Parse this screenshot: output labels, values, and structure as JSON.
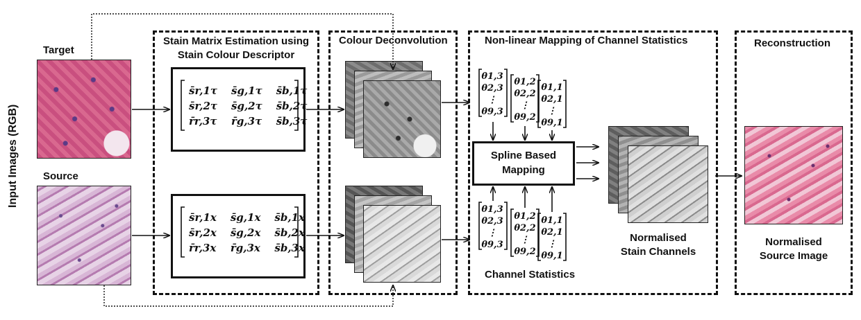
{
  "side_label": "Input Images (RGB)",
  "target_label": "Target",
  "source_label": "Source",
  "panels": {
    "stain_matrix": "Stain Matrix Estimation using\nStain Colour Descriptor",
    "deconvolution": "Colour Deconvolution",
    "mapping": "Non-linear Mapping of Channel Statistics",
    "reconstruction": "Reconstruction"
  },
  "target_matrix": [
    [
      "s̄r,1τ",
      "s̄g,1τ",
      "s̄b,1τ"
    ],
    [
      "s̄r,2τ",
      "s̄g,2τ",
      "s̄b,2τ"
    ],
    [
      "r̄r,3τ",
      "r̄g,3τ",
      "s̄b,3τ"
    ]
  ],
  "source_matrix": [
    [
      "s̄r,1x",
      "s̄g,1x",
      "s̄b,1x"
    ],
    [
      "s̄r,2x",
      "s̄g,2x",
      "s̄b,2x"
    ],
    [
      "r̄r,3x",
      "r̄g,3x",
      "s̄b,3x"
    ]
  ],
  "theta_top": [
    [
      "θ1,3",
      "θ2,3",
      "⋮",
      "θ9,3"
    ],
    [
      "θ1,2",
      "θ2,2",
      "⋮",
      "θ9,2"
    ],
    [
      "θ1,1",
      "θ2,1",
      "⋮",
      "θ9,1"
    ]
  ],
  "theta_bottom": [
    [
      "θ1,3",
      "θ2,3",
      "⋮",
      "θ9,3"
    ],
    [
      "θ1,2",
      "θ2,2",
      "⋮",
      "θ9,2"
    ],
    [
      "θ1,1",
      "θ2,1",
      "⋮",
      "θ9,1"
    ]
  ],
  "spline_label": "Spline Based\nMapping",
  "channel_statistics": "Channel Statistics",
  "normalised_channels": "Normalised\nStain Channels",
  "normalised_image": "Normalised\nSource Image",
  "colors": {
    "he_pink": "#d9688f",
    "he_purple": "#b57bb0",
    "gray_dark": "#5a5a5a",
    "gray_light": "#c9c9c9"
  }
}
